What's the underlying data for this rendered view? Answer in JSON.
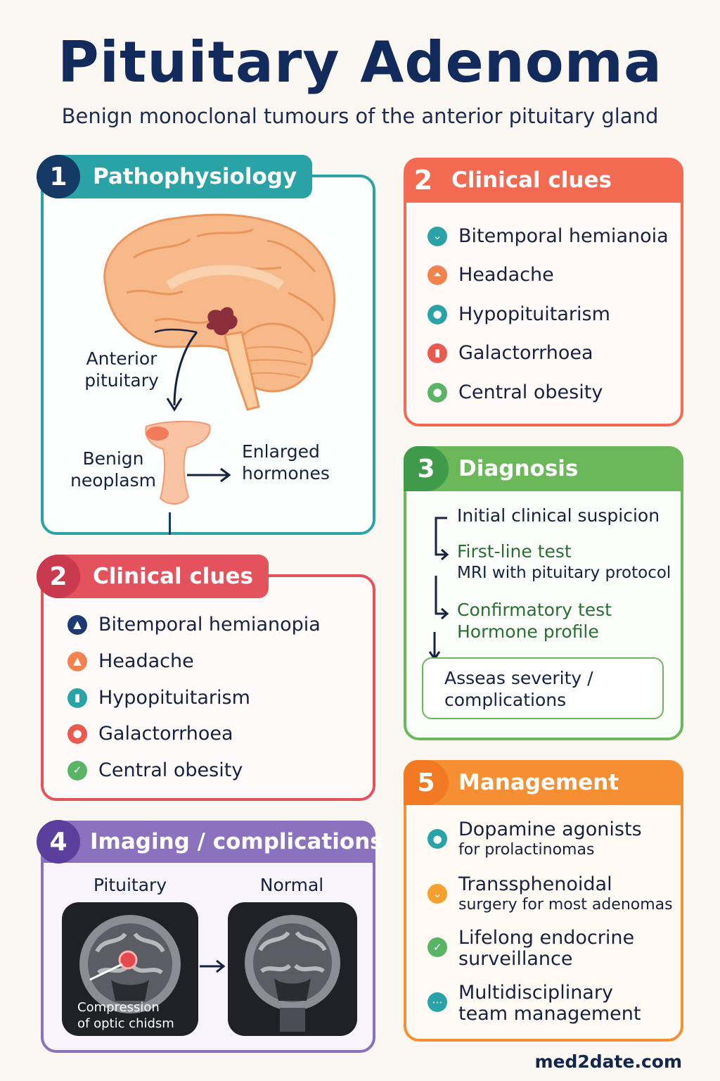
{
  "header": {
    "title": "Pituitary Adenoma",
    "subtitle": "Benign monoclonal tumours of the anterior pituitary gland"
  },
  "patho": {
    "number": "1",
    "heading": "Pathophysiology",
    "label_anterior_1": "Anterior",
    "label_anterior_2": "pituitary",
    "label_benign_1": "Benign",
    "label_benign_2": "neoplasm",
    "label_enlarged_1": "Enlarged",
    "label_enlarged_2": "hormones"
  },
  "clinical_right": {
    "number": "2",
    "heading": "Clinical clues",
    "items": [
      "Bitemporal hemianoia",
      "Headache",
      "Hypopituitarism",
      "Galactorrhoea",
      "Central obesity"
    ]
  },
  "clinical_left": {
    "number": "2",
    "heading": "Clinical clues",
    "items": [
      "Bitemporal hemianopia",
      "Headache",
      "Hypopituitarism",
      "Galactorrhoea",
      "Central obesity"
    ]
  },
  "diagnosis": {
    "number": "3",
    "heading": "Diagnosis",
    "step1": "Initial clinical suspicion",
    "step2_title": "First-line test",
    "step2_detail": "MRI with pituitary protocol",
    "step3_title": "Confirmatory test",
    "step3_detail": "Hormone profile",
    "step4_1": "Asseas severity /",
    "step4_2": "complications"
  },
  "imaging": {
    "number": "4",
    "heading": "Imaging / complications",
    "label_left": "Pituitary",
    "label_right": "Normal",
    "caption_1": "Compression",
    "caption_2": "of optic chidsm"
  },
  "management": {
    "number": "5",
    "heading": "Management",
    "items": [
      {
        "main": "Dopamine agonists",
        "sub": "for prolactinomas"
      },
      {
        "main": "Transsphenoidal",
        "sub": "surgery for most adenomas"
      },
      {
        "main": "Lifelong endocrine",
        "sub": "surveillance"
      },
      {
        "main": "Multidisciplinary",
        "sub": "team management"
      }
    ]
  },
  "footer": {
    "site": "med2date.com"
  },
  "colors": {
    "teal": "#2aa3a6",
    "navy": "#163a66",
    "coral": "#f26a52",
    "red": "#e3525d",
    "green": "#6bb85a",
    "purple": "#8a72bf",
    "orange": "#f68f33"
  },
  "icons": {
    "clinical_right": [
      "teal-chevron-icon",
      "orange-pin-icon",
      "teal-drop-icon",
      "red-capsule-icon",
      "green-drop-icon"
    ],
    "clinical_left": [
      "navy-flame-icon",
      "orange-flame-icon",
      "teal-pin-icon",
      "red-drop-icon",
      "green-check-icon"
    ],
    "management": [
      "teal-drop-icon",
      "orange-chevron-icon",
      "green-check-icon",
      "teal-dots-icon"
    ]
  }
}
